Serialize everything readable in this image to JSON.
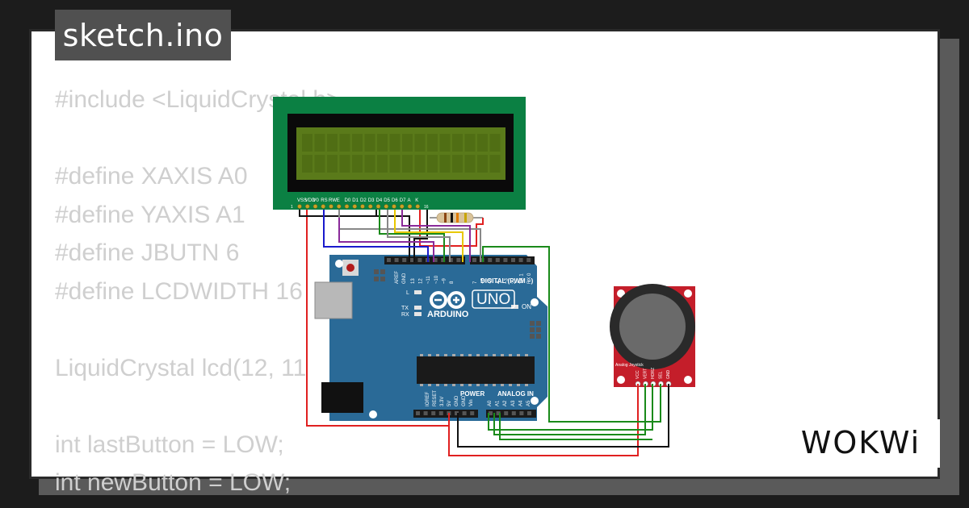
{
  "tab": {
    "title": "sketch.ino"
  },
  "code_lines": [
    "#include <LiquidCrystal.h>",
    "",
    "#define XAXIS A0",
    "#define YAXIS A1",
    "#define JBUTN 6",
    "#define LCDWIDTH 16",
    "",
    "LiquidCrystal lcd(12, 11",
    "",
    "int lastButton = LOW;",
    "int newButton = LOW;"
  ],
  "lcd": {
    "pins": [
      "VSS",
      "VDD",
      "V0",
      "RS",
      "RW",
      "E",
      "D0",
      "D1",
      "D2",
      "D3",
      "D4",
      "D5",
      "D6",
      "D7",
      "A",
      "K"
    ]
  },
  "arduino": {
    "brand": "ARDUINO",
    "model": "UNO",
    "digital_header": "DIGITAL (PWM ~)",
    "power_header": "POWER",
    "analog_header": "ANALOG IN",
    "on_label": "ON",
    "l_label": "L",
    "tx_label": "TX",
    "rx_label": "RX",
    "aref": "AREF",
    "gnd": "GND",
    "digital_pins": [
      "13",
      "12",
      "~11",
      "~10",
      "~9",
      "8",
      "7",
      "~6",
      "~5",
      "4",
      "~3",
      "2",
      "TX 1",
      "RX 0"
    ],
    "power_pins": [
      "IOREF",
      "RESET",
      "3.3V",
      "5V",
      "GND",
      "GND",
      "Vin"
    ],
    "analog_pins": [
      "A0",
      "A1",
      "A2",
      "A3",
      "A4",
      "A5"
    ]
  },
  "joystick": {
    "label": "Analog Joystick",
    "pins": [
      "VCC",
      "VERT",
      "HORZ",
      "SEL",
      "GND"
    ]
  },
  "brand": {
    "logo_text": "WOKWi"
  },
  "colors": {
    "page_bg": "#1c1c1c",
    "tab_bg": "#505050",
    "lcd_board": "#0b8043",
    "lcd_screen": "#5a7a1a",
    "arduino_board": "#2a6a97",
    "joystick_board": "#c41e2a",
    "wire_red": "#e02020",
    "wire_black": "#111111",
    "wire_green": "#1a8a1a",
    "wire_blue": "#1a1acc",
    "wire_purple": "#8a2a9a",
    "wire_yellow": "#e8c800",
    "wire_gray": "#888888"
  }
}
